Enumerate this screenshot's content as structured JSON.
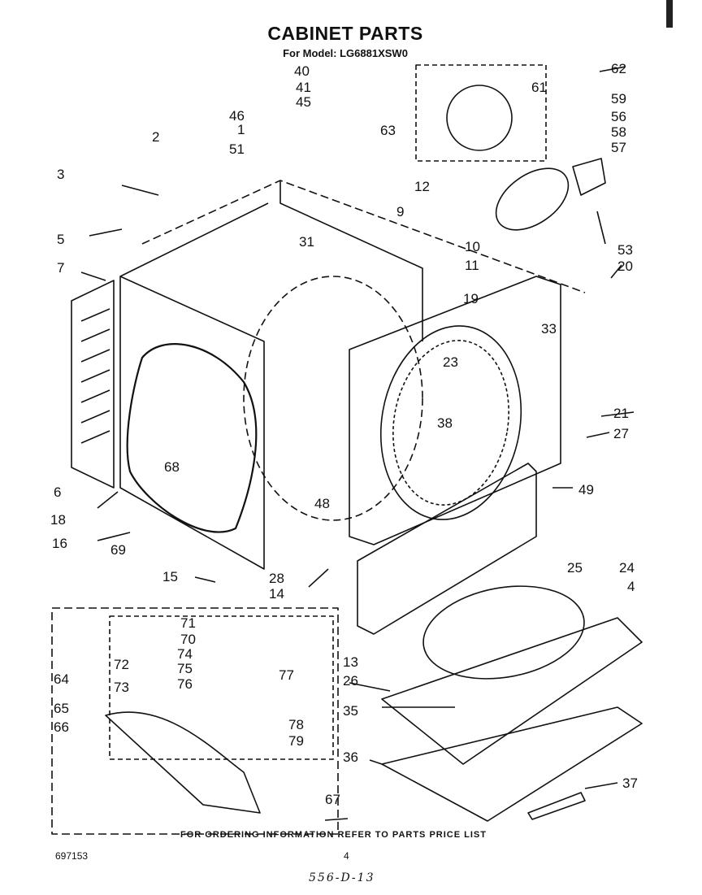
{
  "header": {
    "title": "CABINET PARTS",
    "subtitle": "For Model: LG6881XSW0"
  },
  "footer": {
    "note": "FOR ORDERING INFORMATION REFER TO PARTS PRICE LIST",
    "doc_number": "697153",
    "page_number": "4",
    "handwritten": "556-D-13"
  },
  "callouts": [
    "40",
    "41",
    "45",
    "46",
    "1",
    "63",
    "62",
    "61",
    "59",
    "56",
    "58",
    "57",
    "2",
    "51",
    "3",
    "5",
    "7",
    "12",
    "9",
    "31",
    "10",
    "11",
    "19",
    "53",
    "20",
    "33",
    "23",
    "21",
    "27",
    "38",
    "6",
    "68",
    "18",
    "48",
    "49",
    "16",
    "69",
    "15",
    "28",
    "14",
    "25",
    "24",
    "4",
    "13",
    "26",
    "35",
    "36",
    "37",
    "64",
    "65",
    "66",
    "67",
    "71",
    "70",
    "72",
    "74",
    "75",
    "73",
    "76",
    "77",
    "78",
    "79"
  ]
}
